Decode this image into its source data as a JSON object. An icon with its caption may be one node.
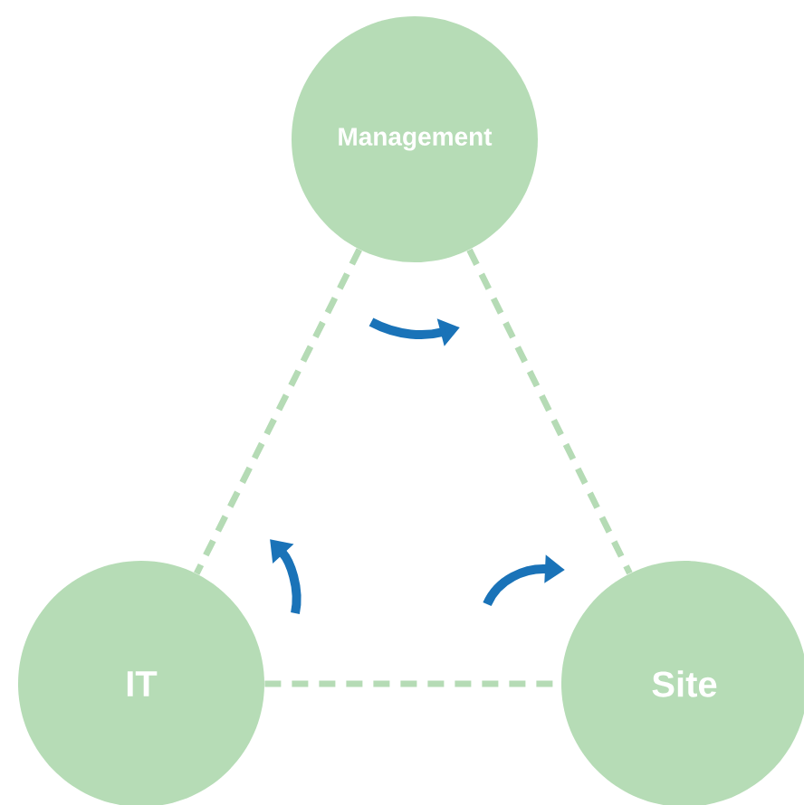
{
  "diagram": {
    "nodes": [
      {
        "text": [
          "Management"
        ]
      },
      {
        "text": [
          "IT"
        ]
      },
      {
        "text": [
          "Site"
        ]
      }
    ],
    "edges": [
      {
        "from": 0,
        "to": 1,
        "arrow": "none",
        "style": "dashed"
      },
      {
        "from": 0,
        "to": 2,
        "arrow": "none",
        "style": "dashed"
      },
      {
        "from": 1,
        "to": 2,
        "arrow": "none",
        "style": "dashed"
      }
    ]
  }
}
